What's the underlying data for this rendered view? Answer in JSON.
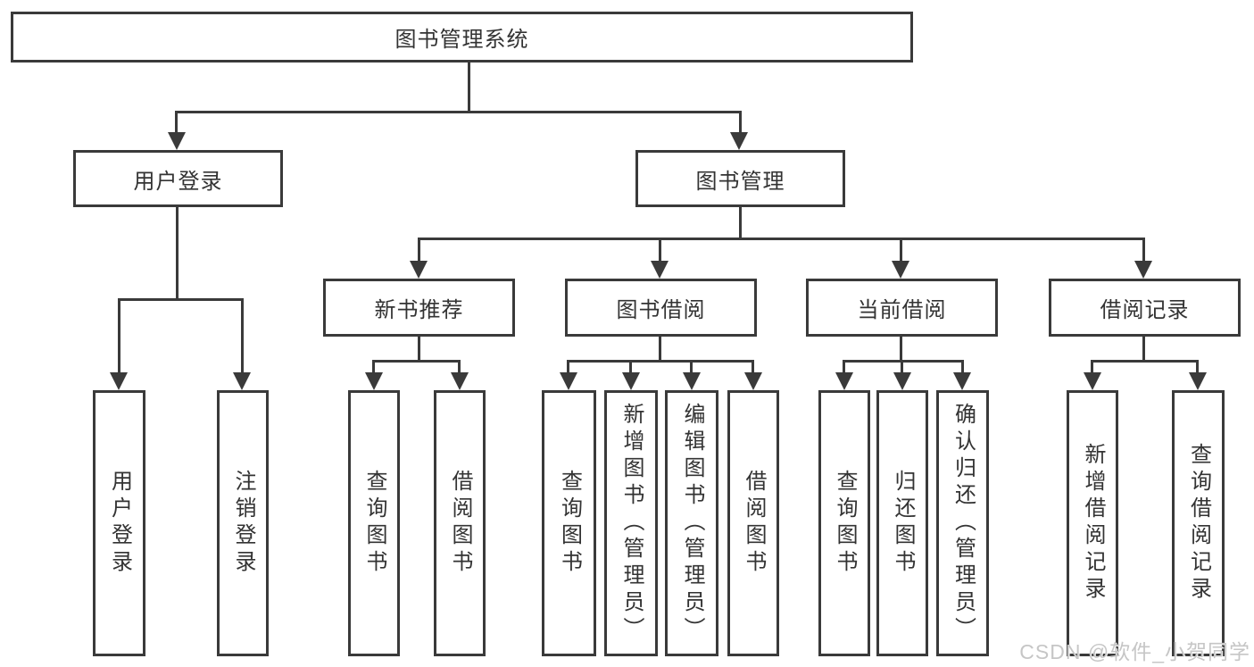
{
  "diagram": {
    "root": {
      "label": "图书管理系统"
    },
    "branches": [
      {
        "label": "用户登录",
        "children": [
          {
            "label": "用户登录"
          },
          {
            "label": "注销登录"
          }
        ]
      },
      {
        "label": "图书管理",
        "children": [
          {
            "label": "新书推荐",
            "children": [
              {
                "label": "查询图书"
              },
              {
                "label": "借阅图书"
              }
            ]
          },
          {
            "label": "图书借阅",
            "children": [
              {
                "label": "查询图书"
              },
              {
                "label": "新增图书（管理员）"
              },
              {
                "label": "编辑图书（管理员）"
              },
              {
                "label": "借阅图书"
              }
            ]
          },
          {
            "label": "当前借阅",
            "children": [
              {
                "label": "查询图书"
              },
              {
                "label": "归还图书"
              },
              {
                "label": "确认归还（管理员）"
              }
            ]
          },
          {
            "label": "借阅记录",
            "children": [
              {
                "label": "新增借阅记录"
              },
              {
                "label": "查询借阅记录"
              }
            ]
          }
        ]
      }
    ]
  },
  "watermark": {
    "text": "CSDN @软件_小贺同学"
  },
  "colors": {
    "line": "#3a3a3a",
    "text": "#333333",
    "bg": "#ffffff",
    "wm": "#c6c6c6"
  }
}
